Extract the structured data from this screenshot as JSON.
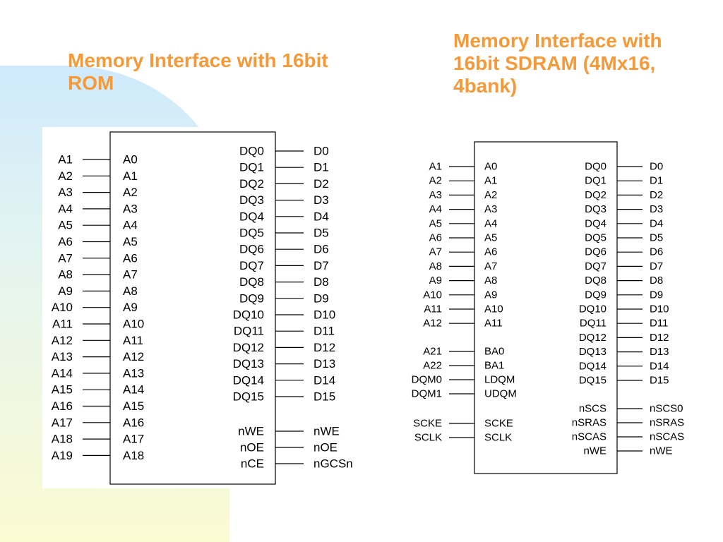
{
  "slide": {
    "rom_title": "Memory Interface with 16bit ROM",
    "sdram_title": "Memory Interface with 16bit SDRAM (4Mx16, 4bank)"
  },
  "rom": {
    "left": [
      [
        "A1",
        "A0"
      ],
      [
        "A2",
        "A1"
      ],
      [
        "A3",
        "A2"
      ],
      [
        "A4",
        "A3"
      ],
      [
        "A5",
        "A4"
      ],
      [
        "A6",
        "A5"
      ],
      [
        "A7",
        "A6"
      ],
      [
        "A8",
        "A7"
      ],
      [
        "A9",
        "A8"
      ],
      [
        "A10",
        "A9"
      ],
      [
        "A11",
        "A10"
      ],
      [
        "A12",
        "A11"
      ],
      [
        "A13",
        "A12"
      ],
      [
        "A14",
        "A13"
      ],
      [
        "A15",
        "A14"
      ],
      [
        "A16",
        "A15"
      ],
      [
        "A17",
        "A16"
      ],
      [
        "A18",
        "A17"
      ],
      [
        "A19",
        "A18"
      ]
    ],
    "right": [
      [
        "DQ0",
        "D0"
      ],
      [
        "DQ1",
        "D1"
      ],
      [
        "DQ2",
        "D2"
      ],
      [
        "DQ3",
        "D3"
      ],
      [
        "DQ4",
        "D4"
      ],
      [
        "DQ5",
        "D5"
      ],
      [
        "DQ6",
        "D6"
      ],
      [
        "DQ7",
        "D7"
      ],
      [
        "DQ8",
        "D8"
      ],
      [
        "DQ9",
        "D9"
      ],
      [
        "DQ10",
        "D10"
      ],
      [
        "DQ11",
        "D11"
      ],
      [
        "DQ12",
        "D12"
      ],
      [
        "DQ13",
        "D13"
      ],
      [
        "DQ14",
        "D14"
      ],
      [
        "DQ15",
        "D15"
      ],
      [
        "nWE",
        "nWE"
      ],
      [
        "nOE",
        "nOE"
      ],
      [
        "nCE",
        "nGCSn"
      ]
    ]
  },
  "sdram": {
    "left": [
      [
        "A1",
        "A0"
      ],
      [
        "A2",
        "A1"
      ],
      [
        "A3",
        "A2"
      ],
      [
        "A4",
        "A3"
      ],
      [
        "A5",
        "A4"
      ],
      [
        "A6",
        "A5"
      ],
      [
        "A7",
        "A6"
      ],
      [
        "A8",
        "A7"
      ],
      [
        "A9",
        "A8"
      ],
      [
        "A10",
        "A9"
      ],
      [
        "A11",
        "A10"
      ],
      [
        "A12",
        "A11"
      ],
      [
        "A21",
        "BA0"
      ],
      [
        "A22",
        "BA1"
      ],
      [
        "DQM0",
        "LDQM"
      ],
      [
        "DQM1",
        "UDQM"
      ],
      [
        "SCKE",
        "SCKE"
      ],
      [
        "SCLK",
        "SCLK"
      ]
    ],
    "right": [
      [
        "DQ0",
        "D0"
      ],
      [
        "DQ1",
        "D1"
      ],
      [
        "DQ2",
        "D2"
      ],
      [
        "DQ3",
        "D3"
      ],
      [
        "DQ4",
        "D4"
      ],
      [
        "DQ5",
        "D5"
      ],
      [
        "DQ6",
        "D6"
      ],
      [
        "DQ7",
        "D7"
      ],
      [
        "DQ8",
        "D8"
      ],
      [
        "DQ9",
        "D9"
      ],
      [
        "DQ10",
        "D10"
      ],
      [
        "DQ11",
        "D11"
      ],
      [
        "DQ12",
        "D12"
      ],
      [
        "DQ13",
        "D13"
      ],
      [
        "DQ14",
        "D14"
      ],
      [
        "DQ15",
        "D15"
      ],
      [
        "nSCS",
        "nSCS0"
      ],
      [
        "nSRAS",
        "nSRAS"
      ],
      [
        "nSCAS",
        "nSCAS"
      ],
      [
        "nWE",
        "nWE"
      ]
    ]
  }
}
